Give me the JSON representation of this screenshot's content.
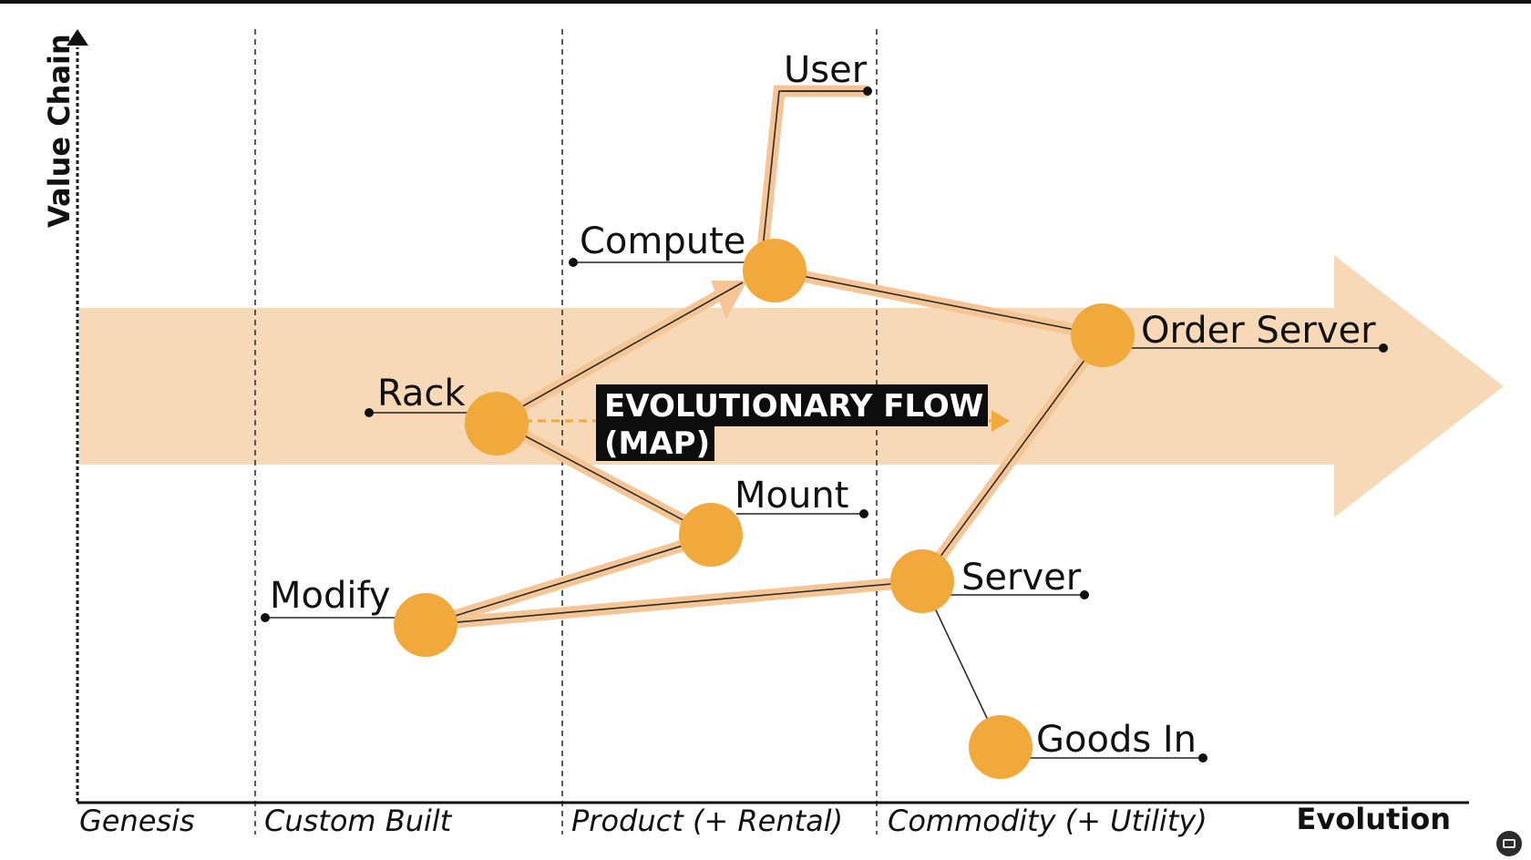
{
  "axes": {
    "y_title": "Value Chain",
    "x_title": "Evolution"
  },
  "stages": [
    "Genesis",
    "Custom Built",
    "Product (+ Rental)",
    "Commodity (+ Utility)"
  ],
  "callout": {
    "line1": "EVOLUTIONARY FLOW",
    "line2": "(MAP)"
  },
  "nodes": {
    "user": "User",
    "compute": "Compute",
    "order_server": "Order Server",
    "rack": "Rack",
    "mount": "Mount",
    "modify": "Modify",
    "server": "Server",
    "goods_in": "Goods In"
  },
  "colors": {
    "node": "#f2a93b",
    "flow_band": "#f7d9b8",
    "link_highlight": "#f5c595",
    "line": "#222222",
    "callout_bg": "#0d0d0d"
  },
  "icons": {
    "caption_toggle": "closed-captions-icon"
  }
}
